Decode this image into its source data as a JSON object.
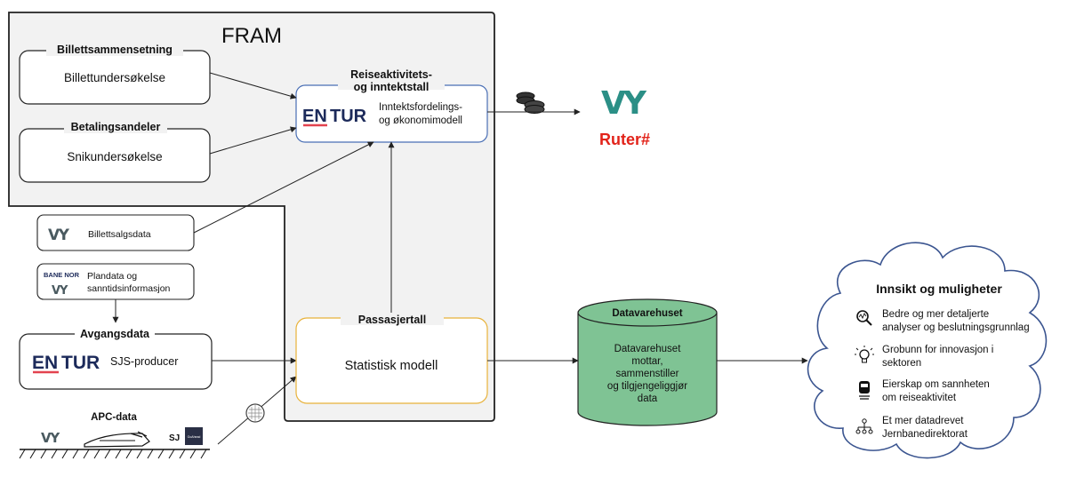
{
  "fram": {
    "title": "FRAM"
  },
  "billettsammensetning": {
    "header": "Billettsammensetning",
    "body": "Billettundersøkelse"
  },
  "betalingsandeler": {
    "header": "Betalingsandeler",
    "body": "Snikundersøkelse"
  },
  "reiseaktivitet": {
    "header_line1": "Reiseaktivitets-",
    "header_line2": "og inntektstall",
    "logo_en": "EN",
    "logo_tur": "TUR",
    "body_line1": "Inntektsfordelings-",
    "body_line2": "og økonomimodell"
  },
  "operators": {
    "vy_logo": "VY",
    "ruter_logo": "Ruter#"
  },
  "billettsalg": {
    "vy_logo": "VY",
    "label": "Billettsalgsdata"
  },
  "plandata": {
    "banenor_logo": "BANE NOR",
    "vy_logo": "VY",
    "line1": "Plandata og",
    "line2": "sanntidsinformasjon"
  },
  "avgangsdata": {
    "header": "Avgangsdata",
    "logo_en": "EN",
    "logo_tur": "TUR",
    "label": "SJS-producer"
  },
  "apc": {
    "header": "APC-data",
    "vy_logo": "VY",
    "sj_logo": "SJ",
    "goahead_logo": "GoAhead"
  },
  "passasjertall": {
    "header": "Passasjertall",
    "body": "Statistisk modell"
  },
  "datavarehuset": {
    "header": "Datavarehuset",
    "body": [
      "Datavarehuset",
      "mottar,",
      "sammenstiller",
      "og tilgjengeliggjør",
      "data"
    ]
  },
  "innsikt": {
    "title": "Innsikt og muligheter",
    "items": [
      {
        "icon": "magnifier-chart-icon",
        "line1": "Bedre og mer detaljerte",
        "line2": "analyser og beslutningsgrunnlag"
      },
      {
        "icon": "lightbulb-icon",
        "line1": "Grobunn for innovasjon i",
        "line2": "sektoren"
      },
      {
        "icon": "train-icon",
        "line1": "Eierskap om sannheten",
        "line2": "om reiseaktivitet"
      },
      {
        "icon": "network-icon",
        "line1": "Et mer datadrevet",
        "line2": "Jernbanedirektorat"
      }
    ]
  },
  "colors": {
    "fram_bg": "#f2f2f2",
    "entur_box_border": "#4a6fb5",
    "passasjer_box_border": "#e8b23a",
    "cylinder_fill": "#7fc394",
    "ruter_red": "#e2231a",
    "entur_red": "#e3434f",
    "entur_navy": "#1c2a5a"
  }
}
